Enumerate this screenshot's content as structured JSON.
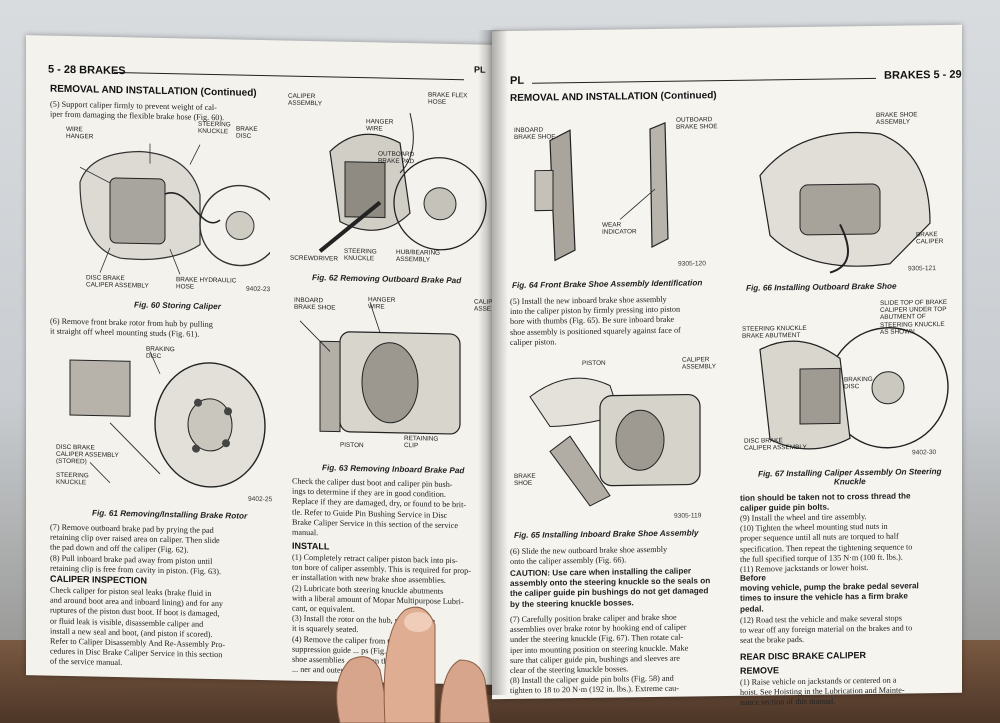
{
  "left_page": {
    "page_header": "5 - 28   BRAKES",
    "page_code": "PL",
    "section_title": "REMOVAL AND INSTALLATION (Continued)",
    "para_5": "(5) Support caliper firmly to prevent weight of cal-\niper from damaging the flexible brake hose (Fig. 60).",
    "fig60_labels": {
      "wire_hanger": "WIRE\nHANGER",
      "steering_knuckle": "STEERING\nKNUCKLE",
      "brake_disc": "BRAKE\nDISC",
      "caliper": "DISC BRAKE\nCALIPER ASSEMBLY",
      "hose": "BRAKE HYDRAULIC\nHOSE",
      "num": "9402-23"
    },
    "fig60_caption": "Fig. 60 Storing Caliper",
    "para_6": "(6) Remove front brake rotor from hub by pulling\nit straight off wheel mounting studs (Fig. 61).",
    "fig61_labels": {
      "braking_disc": "BRAKING\nDISC",
      "caliper_stored": "DISC BRAKE\nCALIPER ASSEMBLY\n(STORED)",
      "steering_knuckle": "STEERING\nKNUCKLE",
      "num": "9402-25"
    },
    "fig61_caption": "Fig. 61 Removing/Installing Brake Rotor",
    "para_7": "(7) Remove outboard brake pad by prying the pad\nretaining clip over raised area on caliper. Then slide\nthe pad down and off the caliper (Fig. 62).\n(8) Pull inboard brake pad away from piston until\nretaining clip is free from cavity in piston. (Fig. 63).",
    "caliper_inspection_title": "CALIPER INSPECTION",
    "caliper_inspection_text": "Check caliper for piston seal leaks (brake fluid in\nand around boot area and inboard lining) and for any\nruptures of the piston dust boot. If boot is damaged,\nor fluid leak is visible, disassemble caliper and\ninstall a new seal and boot, (and piston if scored).\nRefer to Caliper Disassembly And Re-Assembly Pro-\ncedures in Disc Brake Caliper Service in this section\nof the service manual.",
    "fig62_labels": {
      "caliper_assembly": "CALIPER\nASSEMBLY",
      "brake_flex_hose": "BRAKE FLEX\nHOSE",
      "hanger_wire": "HANGER\nWIRE",
      "outboard_pad": "OUTBOARD\nBRAKE PAD",
      "screwdriver": "SCREWDRIVER",
      "steering_knuckle": "STEERING\nKNUCKLE",
      "hub_bearing": "HUB/BEARING\nASSEMBLY"
    },
    "fig62_caption": "Fig. 62 Removing Outboard Brake Pad",
    "fig63_labels": {
      "inboard_shoe": "INBOARD\nBRAKE SHOE",
      "hanger_wire": "HANGER\nWIRE",
      "caliper": "CALIP\nASSE",
      "piston": "PISTON",
      "retaining_clip": "RETAINING\nCLIP"
    },
    "fig63_caption": "Fig. 63 Removing Inboard Brake Pad",
    "mid_text": "Check the caliper dust boot and caliper pin bush-\nings to determine if they are in good condition.\nReplace if they are damaged, dry, or found to be brit-\ntle. Refer to Guide Pin Bushing Service in Disc\nBrake Caliper Service in this section of the service\nmanual.",
    "install_title": "INSTALL",
    "install_text": "(1) Completely retract caliper piston back into pis-\nton bore of caliper assembly. This is required for prop-\ner installation with new brake shoe assemblies.\n(2) Lubricate both steering knuckle abutments\nwith a liberal amount of Mopar Multipurpose Lubri-\ncant, or equivalent.\n(3) Install the rotor on the hub, making sure\nit is squarely seated.\n(4) Remove the caliper from the wire\nsuppression guide ... ps (Fig. 61).\nshoe assemblies ... er from the outer\n... ner and outer brake"
  },
  "right_page": {
    "page_code": "PL",
    "page_header": "BRAKES   5 - 29",
    "section_title": "REMOVAL AND INSTALLATION (Continued)",
    "fig64_labels": {
      "inboard_shoe": "INBOARD\nBRAKE SHOE",
      "outboard_shoe": "OUTBOARD\nBRAKE SHOE",
      "wear_indicator": "WEAR\nINDICATOR",
      "num": "9305-120"
    },
    "fig64_caption": "Fig. 64 Front Brake Shoe Assembly Identification",
    "para_5": "(5) Install the new inboard brake shoe assembly\ninto the caliper piston by firmly pressing into piston\nbore with thumbs (Fig. 65). Be sure inboard brake\nshoe assembly is positioned squarely against face of\ncaliper piston.",
    "fig65_labels": {
      "piston": "PISTON",
      "caliper_assembly": "CALIPER\nASSEMBLY",
      "brake_shoe": "BRAKE\nSHOE",
      "num": "9305-119"
    },
    "fig65_caption": "Fig. 65 Installing Inboard Brake Shoe Assembly",
    "para_6": "(6) Slide the new outboard brake shoe assembly\nonto the caliper assembly (Fig. 66).",
    "caution": "CAUTION: Use care when installing the caliper\nassembly onto the steering knuckle so the seals on\nthe caliper guide pin bushings do not get damaged\nby the steering knuckle bosses.",
    "para_7": "(7) Carefully position brake caliper and brake shoe\nassemblies over brake rotor by hooking end of caliper\nunder the steering knuckle (Fig. 67). Then rotate cal-\niper into mounting position on steering knuckle. Make\nsure that caliper guide pin, bushings and sleeves are\nclear of the steering knuckle bosses.\n(8) Install the caliper guide pin bolts (Fig. 58) and\ntighten to 18 to 20 N·m (192 in. lbs.). Extreme cau-",
    "fig66_labels": {
      "brake_shoe": "BRAKE SHOE\nASSEMBLY",
      "brake_caliper": "BRAKE\nCALIPER",
      "num": "9305-121"
    },
    "fig66_caption": "Fig. 66 Installing Outboard Brake Shoe",
    "fig67_labels": {
      "slide_top": "SLIDE TOP OF BRAKE\nCALIPER UNDER TOP\nABUTMENT OF\nSTEERING KNUCKLE\nAS SHOWN",
      "abutment": "STEERING KNUCKLE\nBRAKE ABUTMENT",
      "braking_disc": "BRAKING\nDISC",
      "caliper": "DISC BRAKE\nCALIPER ASSEMBLY",
      "num": "9402-30"
    },
    "fig67_caption": "Fig. 67 Installing Caliper Assembly On Steering\nKnuckle",
    "col2_text_bold": "tion should be taken not to cross thread the\ncaliper guide pin bolts.",
    "col2_text": "(9) Install the wheel and tire assembly.\n(10) Tighten the wheel mounting stud nuts in\nproper sequence until all nuts are torqued to half\nspecification. Then repeat the tightening sequence to\nthe full specified torque of 135 N·m (100 ft. lbs.).\n(11) Remove jackstands or lower hoist.",
    "before_moving": "Before\nmoving vehicle, pump the brake pedal several\ntimes to insure the vehicle has a firm brake\npedal.",
    "para_12": "(12) Road test the vehicle and make several stops\nto wear off any foreign material on the brakes and to\nseat the brake pads.",
    "rear_title": "REAR DISC BRAKE CALIPER",
    "remove_title": "REMOVE",
    "remove_text": "(1) Raise vehicle on jackstands or centered on a\nhoist. See Hoisting in the Lubrication and Mainte-\nnance section of this manual."
  }
}
